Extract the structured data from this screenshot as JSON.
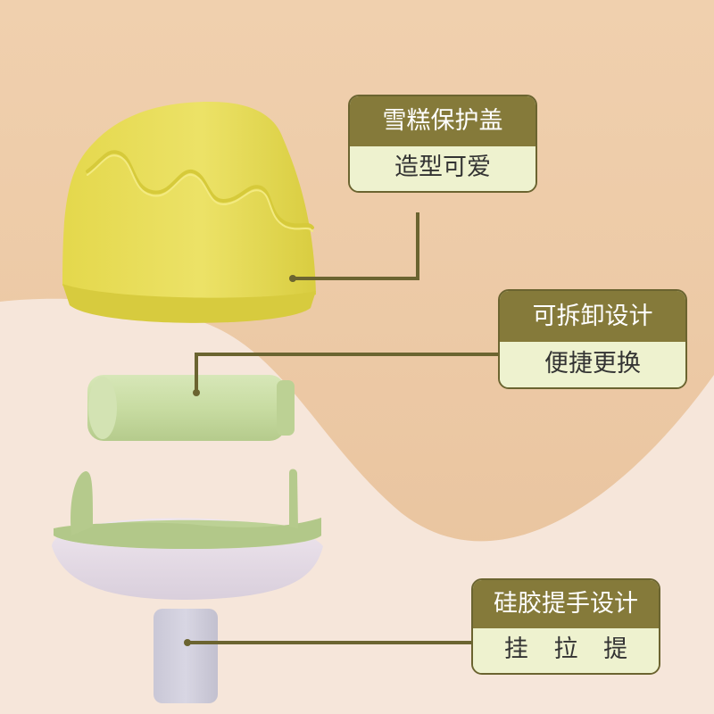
{
  "colors": {
    "background_top": "#ecc9a7",
    "background_bottom": "#f6e6da",
    "callout_header": "#857a3a",
    "callout_body": "#eef2cf",
    "leader_line": "#6b6430",
    "lid": "#e6dc52",
    "roller": "#c8dca0",
    "handle_base": "#b7cc8f",
    "handle_bowl": "#e5dbe6",
    "handle_stem": "#d2d0dd"
  },
  "callouts": [
    {
      "title": "雪糕保护盖",
      "subtitle": "造型可爱"
    },
    {
      "title": "可拆卸设计",
      "subtitle": "便捷更换"
    },
    {
      "title": "硅胶提手设计",
      "subtitle": "挂 拉 提 推"
    }
  ]
}
